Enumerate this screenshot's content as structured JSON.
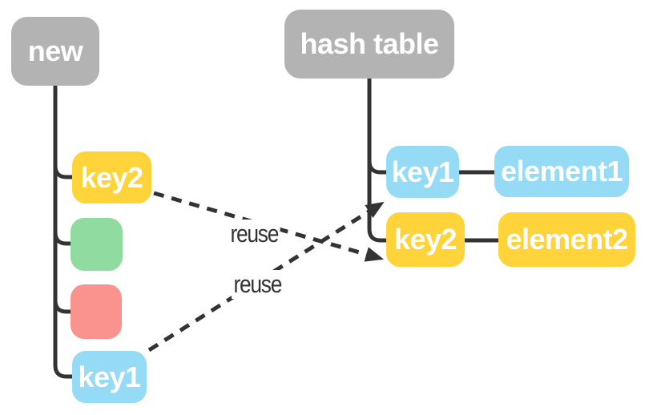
{
  "diagram": {
    "new_list": {
      "title": "new",
      "items": [
        {
          "id": "key2",
          "label": "key2",
          "color": "#ffd43b"
        },
        {
          "id": "green-slot",
          "label": "",
          "color": "#90db9f"
        },
        {
          "id": "red-slot",
          "label": "",
          "color": "#fa928e"
        },
        {
          "id": "key1",
          "label": "key1",
          "color": "#95dbf5"
        }
      ]
    },
    "hash_table": {
      "title": "hash table",
      "rows": [
        {
          "key": "key1",
          "element": "element1",
          "color": "#95dbf5"
        },
        {
          "key": "key2",
          "element": "element2",
          "color": "#ffd43b"
        }
      ]
    },
    "reuse_arrows": [
      {
        "label": "reuse",
        "from": "new.key2",
        "to": "hash_table.key2",
        "style": "dashed"
      },
      {
        "label": "reuse",
        "from": "new.key1",
        "to": "hash_table.key1",
        "style": "dashed"
      }
    ],
    "colors": {
      "header_gray": "#b3b3b3",
      "key_yellow": "#ffd43b",
      "key_blue": "#95dbf5",
      "slot_green": "#90db9f",
      "slot_red": "#fa928e",
      "line": "#333333",
      "node_text": "#ffffff",
      "edge_label_text": "#333333",
      "background": "#ffffff"
    }
  }
}
